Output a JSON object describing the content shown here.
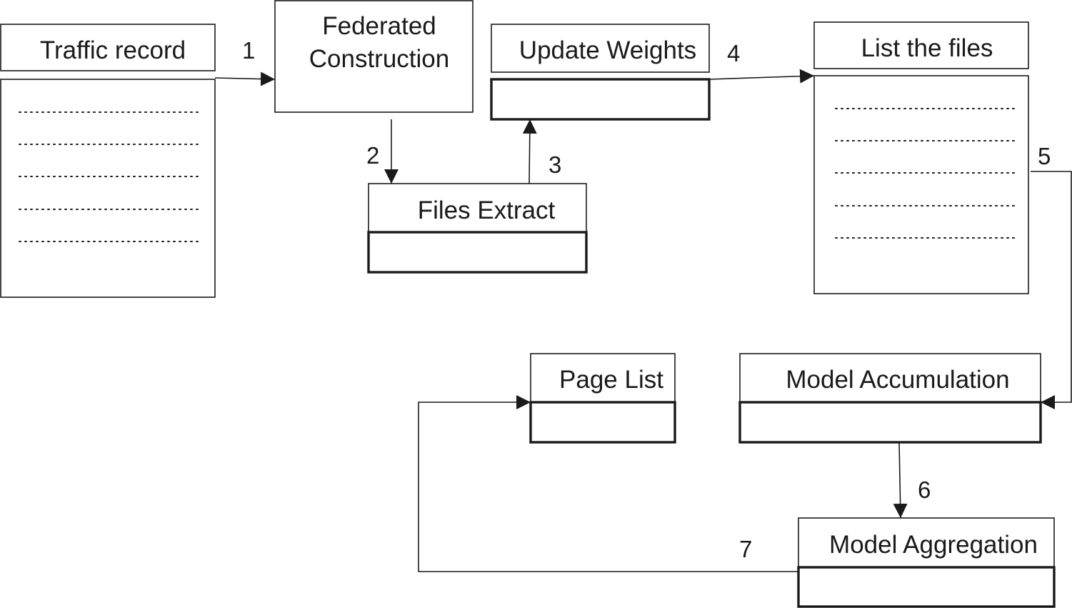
{
  "nodes": {
    "traffic_record": "Traffic record",
    "federated_construction_line1": "Federated",
    "federated_construction_line2": "Construction",
    "update_weights": "Update Weights",
    "list_the_files": "List the files",
    "files_extract": "Files Extract",
    "page_list": "Page List",
    "model_accumulation": "Model Accumulation",
    "model_aggregation": "Model Aggregation"
  },
  "edges": [
    {
      "label": "1",
      "from": "Traffic record",
      "to": "Federated Construction"
    },
    {
      "label": "2",
      "from": "Federated Construction",
      "to": "Files Extract"
    },
    {
      "label": "3",
      "from": "Files Extract",
      "to": "Update Weights"
    },
    {
      "label": "4",
      "from": "Update Weights",
      "to": "List the files"
    },
    {
      "label": "5",
      "from": "List the files",
      "to": "Model Accumulation"
    },
    {
      "label": "6",
      "from": "Model Accumulation",
      "to": "Model Aggregation"
    },
    {
      "label": "7",
      "from": "Model Aggregation",
      "to": "Page List"
    }
  ]
}
